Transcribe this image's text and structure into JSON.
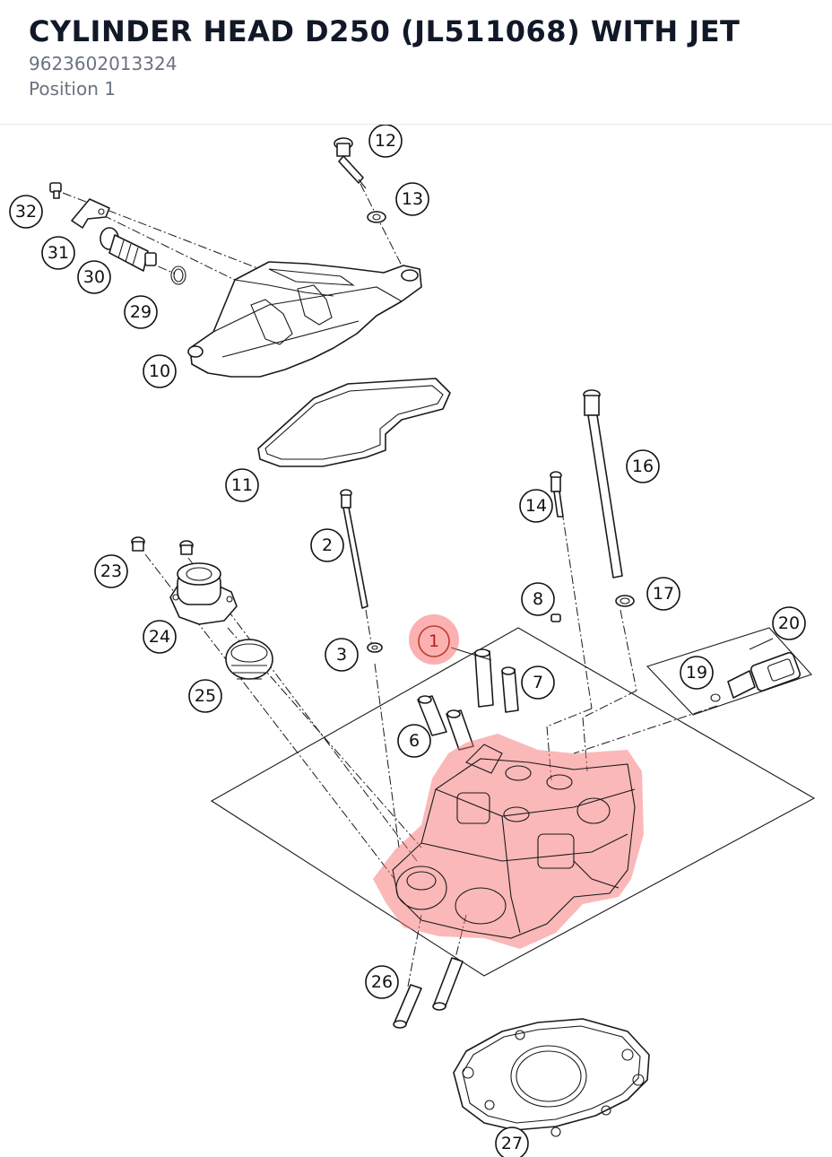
{
  "header": {
    "title": "CYLINDER HEAD D250 (JL511068) WITH JET",
    "part_number": "9623602013324",
    "position": "Position 1"
  },
  "diagram": {
    "highlight_color": "#f87171",
    "selected_callout": "1",
    "callouts": [
      "1",
      "2",
      "3",
      "6",
      "7",
      "8",
      "10",
      "11",
      "12",
      "13",
      "14",
      "16",
      "17",
      "19",
      "20",
      "23",
      "24",
      "25",
      "26",
      "27",
      "29",
      "30",
      "31",
      "32"
    ]
  }
}
